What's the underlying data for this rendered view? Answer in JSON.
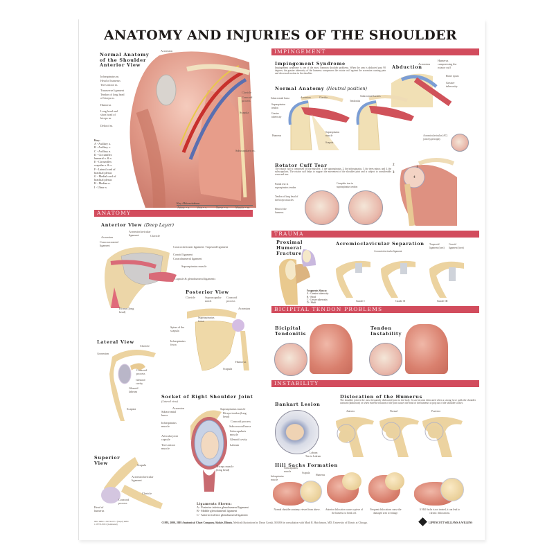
{
  "title": "ANATOMY AND INJURIES OF THE SHOULDER",
  "colors": {
    "section_bar": "#d24c5d",
    "muscle": "#d9806e",
    "bone": "#e9cf98",
    "artery": "#c8302c",
    "vein": "#5a6fb0"
  },
  "normal_anatomy": {
    "heading_lines": [
      "Normal Anatomy",
      "of the Shoulder",
      "Anterior View"
    ],
    "left_labels": [
      "Infraspinatus m.",
      "Head of humerus",
      "Teres minor m.",
      "Transverse ligament",
      "Tendon of long head of biceps m.",
      "Humerus",
      "Long head and short head of biceps m.",
      "Deltoid m."
    ],
    "right_labels": [
      "Acromion",
      "Clavicle",
      "Coracoid process",
      "Scapula",
      "Subscapularis m."
    ],
    "letters": [
      "A",
      "B",
      "C",
      "D",
      "E",
      "F",
      "G"
    ],
    "key_title": "Key:",
    "key": [
      "A - Axillary a.",
      "B - Axillary v.",
      "C - Axillary n.",
      "D - Circumflex humeral a. & v.",
      "E - Circumflex scapular a. & v.",
      "F - Lateral cord of brachial plexus",
      "G - Medial cord of brachial plexus",
      "H - Median n.",
      "I - Ulnar n."
    ],
    "abbrev_title": "Key Abbreviations",
    "abbrev": [
      "Artery = a.",
      "Vein = v.",
      "Nerve = n.",
      "Muscle = m."
    ]
  },
  "anatomy": {
    "bar": "ANATOMY",
    "anterior": {
      "heading": "Anterior View",
      "sub": "(Deep Layer)",
      "labels": [
        "Acromion",
        "Acromioclavicular ligament",
        "Clavicle",
        "Coracoacromial ligament",
        "Coracoclavicular ligament: Trapezoid ligament",
        "Conoid ligament",
        "Coracohumeral ligament",
        "Supraspinatus muscle",
        "Capsule & glenohumeral ligaments",
        "Biceps (long head)"
      ]
    },
    "posterior": {
      "heading": "Posterior View",
      "labels": [
        "Clavicle",
        "Suprascapular notch",
        "Coracoid process",
        "Acromion",
        "Supraspinatus fossa",
        "Spine of the scapula",
        "Infraspinatus fossa",
        "Humerus",
        "Scapula"
      ]
    },
    "lateral": {
      "heading": "Lateral View",
      "labels": [
        "Acromion",
        "Clavicle",
        "Coracoid process",
        "Glenoid cavity",
        "Glenoid labrum",
        "Scapula"
      ]
    },
    "socket": {
      "heading": "Socket of Right Shoulder Joint",
      "sub": "(Lateral view)",
      "left_labels": [
        "Acromion",
        "Subacromial bursa",
        "Infraspinatus muscle",
        "Articular joint capsule",
        "Teres minor muscle"
      ],
      "right_labels": [
        "Supraspinatus muscle",
        "Biceps tendon (long head)",
        "Coracoid process",
        "Subcoracoid bursa",
        "Subscapularis muscle",
        "Glenoid cavity",
        "Labrum",
        "Triceps muscle (long head)"
      ],
      "ligaments_title": "Ligaments Shown:",
      "ligaments": [
        "A - Posterior inferior glenohumeral ligament",
        "B - Middle glenohumeral ligament",
        "C - Anterior inferior glenohumeral ligament"
      ]
    },
    "superior": {
      "heading_lines": [
        "Superior",
        "View"
      ],
      "labels": [
        "Scapula",
        "Acromioclavicular ligament",
        "Clavicle",
        "Coracoid process",
        "Head of humerus"
      ]
    }
  },
  "impingement": {
    "bar": "IMPINGEMENT",
    "syndrome_heading": "Impingement Syndrome",
    "syndrome_text": "Impingement syndrome is one of the most common shoulder problems. When the arm is abducted past 90 degrees, the greater tuberosity of the humerus compresses the rotator cuff against the acromion causing pain and decreased motion in the shoulder.",
    "abduction_heading": "Abduction",
    "abduction_labels": [
      "Acromion",
      "Humerus compressing the rotator cuff",
      "Bone spurs",
      "Greater tuberosity"
    ],
    "normal_heading": "Normal Anatomy",
    "normal_sub": "(Neutral position)",
    "normal_labels": [
      "Subacromial bursa",
      "Acromion",
      "Clavicle",
      "Supraspinatus tendon",
      "Greater tuberosity",
      "Humerus",
      "Supraspinatus muscle",
      "Scapula"
    ],
    "tendonitis_labels": [
      "Subacromial bursitis",
      "Tendonitis"
    ],
    "ac_label": "Acromioclavicular (AC) joint hypertrophy",
    "rotator_heading": "Rotator Cuff Tear",
    "rotator_text": "The rotator cuff is comprised of four muscles: 1. the supraspinatus, 2. the infraspinatus, 3. the teres minor, and 4. the subscapularis. The rotator cuff helps to support the movement of the shoulder joint and is subject to considerable wear and tear.",
    "rotator_labels": [
      "Partial tear in supraspinatus tendon",
      "Tendon of long head of the biceps muscles",
      "Head of the humerus",
      "Complete tear in supraspinatus tendon"
    ],
    "numbers": [
      "1",
      "2",
      "3",
      "4"
    ]
  },
  "trauma": {
    "bar": "TRAUMA",
    "fracture_heading_lines": [
      "Proximal",
      "Humeral",
      "Fracture"
    ],
    "fragments_title": "Fragments Shown:",
    "fragments": [
      "A - Greater tuberosity",
      "B - Head",
      "C - Lesser tuberosity",
      "D - Shaft"
    ],
    "ac_heading": "Acromioclavicular Separation",
    "ac_labels": [
      "Acromioclavicular ligament",
      "Trapezoid ligament (torn)",
      "Conoid ligament (torn)"
    ],
    "grades": [
      "Grade I",
      "Grade II",
      "Grade III"
    ]
  },
  "bicipital": {
    "bar": "BICIPITAL TENDON PROBLEMS",
    "tendonitis_lines": [
      "Bicipital",
      "Tendonitis"
    ],
    "instability_lines": [
      "Tendon",
      "Instability"
    ]
  },
  "instability": {
    "bar": "INSTABILITY",
    "bankart_heading": "Bankart Lesion",
    "bankart_labels": [
      "Labrum",
      "Tear in Labrum"
    ],
    "dislocation_heading": "Dislocation of the Humerus",
    "dislocation_text": "The shoulder joint is the most frequently dislocated joint in the body. It can become dislocated when a strong force pulls the shoulder outward (abduction) or when extreme rotation of the joint causes the head of the humerus to pop out of the shoulder socket.",
    "positions": [
      "Anterior",
      "Normal",
      "Posterior"
    ],
    "hill_sachs_heading": "Hill Sachs Formation",
    "hill_sachs_labels": [
      "Subscapularis muscle",
      "Scapula",
      "Humerus",
      "Infraspinatus muscle"
    ],
    "hill_sachs_captions": [
      "Normal shoulder anatomy viewed from above.",
      "Anterior dislocation causes a piece of the humerus to break off.",
      "Frequent dislocations cause the damaged area to enlarge.",
      "If Hill Sachs is not treated, it can lead to chronic dislocations."
    ]
  },
  "footer": {
    "item_code": "9001  ISBN 1-58779-057-7 (Paper)  ISBN 1-58779-058-5 (Laminated)",
    "copyright": "©1993, 2000, 2003 Anatomical Chart Company, Skokie, Illinois.",
    "credits": "Medical illustrations by Dawn Gorski, MAMS in consultation with Mark R. Hutchinson, MD, University of Illinois at Chicago.",
    "publisher": "LIPPINCOTT WILLIAMS & WILKINS"
  }
}
